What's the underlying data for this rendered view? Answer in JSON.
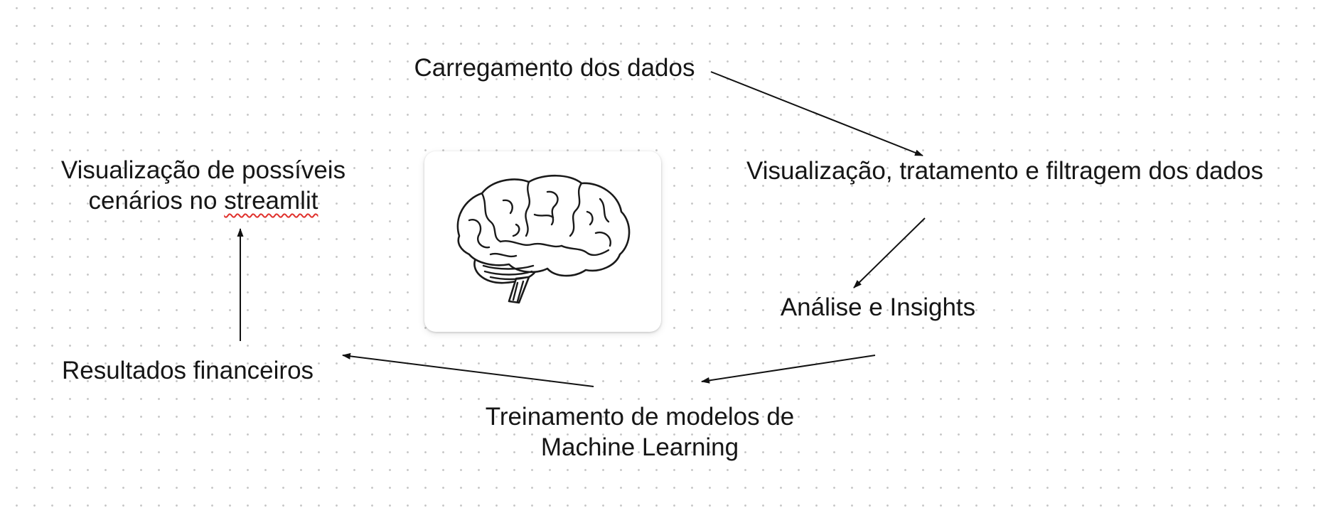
{
  "nodes": {
    "carregamento": "Carregamento dos dados",
    "visualizacao_tratamento": "Visualização, tratamento e filtragem dos dados",
    "analise": "Análise e Insights",
    "treinamento_line1": "Treinamento de modelos de",
    "treinamento_line2": "Machine Learning",
    "resultados": "Resultados financeiros",
    "cenarios_line1": "Visualização de possíveis",
    "cenarios_line2_prefix": "cenários no ",
    "cenarios_line2_word": "streamlit"
  },
  "center_image": {
    "icon": "brain-icon"
  },
  "colors": {
    "text": "#161616",
    "arrow": "#111111",
    "grid_dot": "#c8c8c8",
    "spellcheck_underline": "#e0312c",
    "background": "#ffffff"
  }
}
